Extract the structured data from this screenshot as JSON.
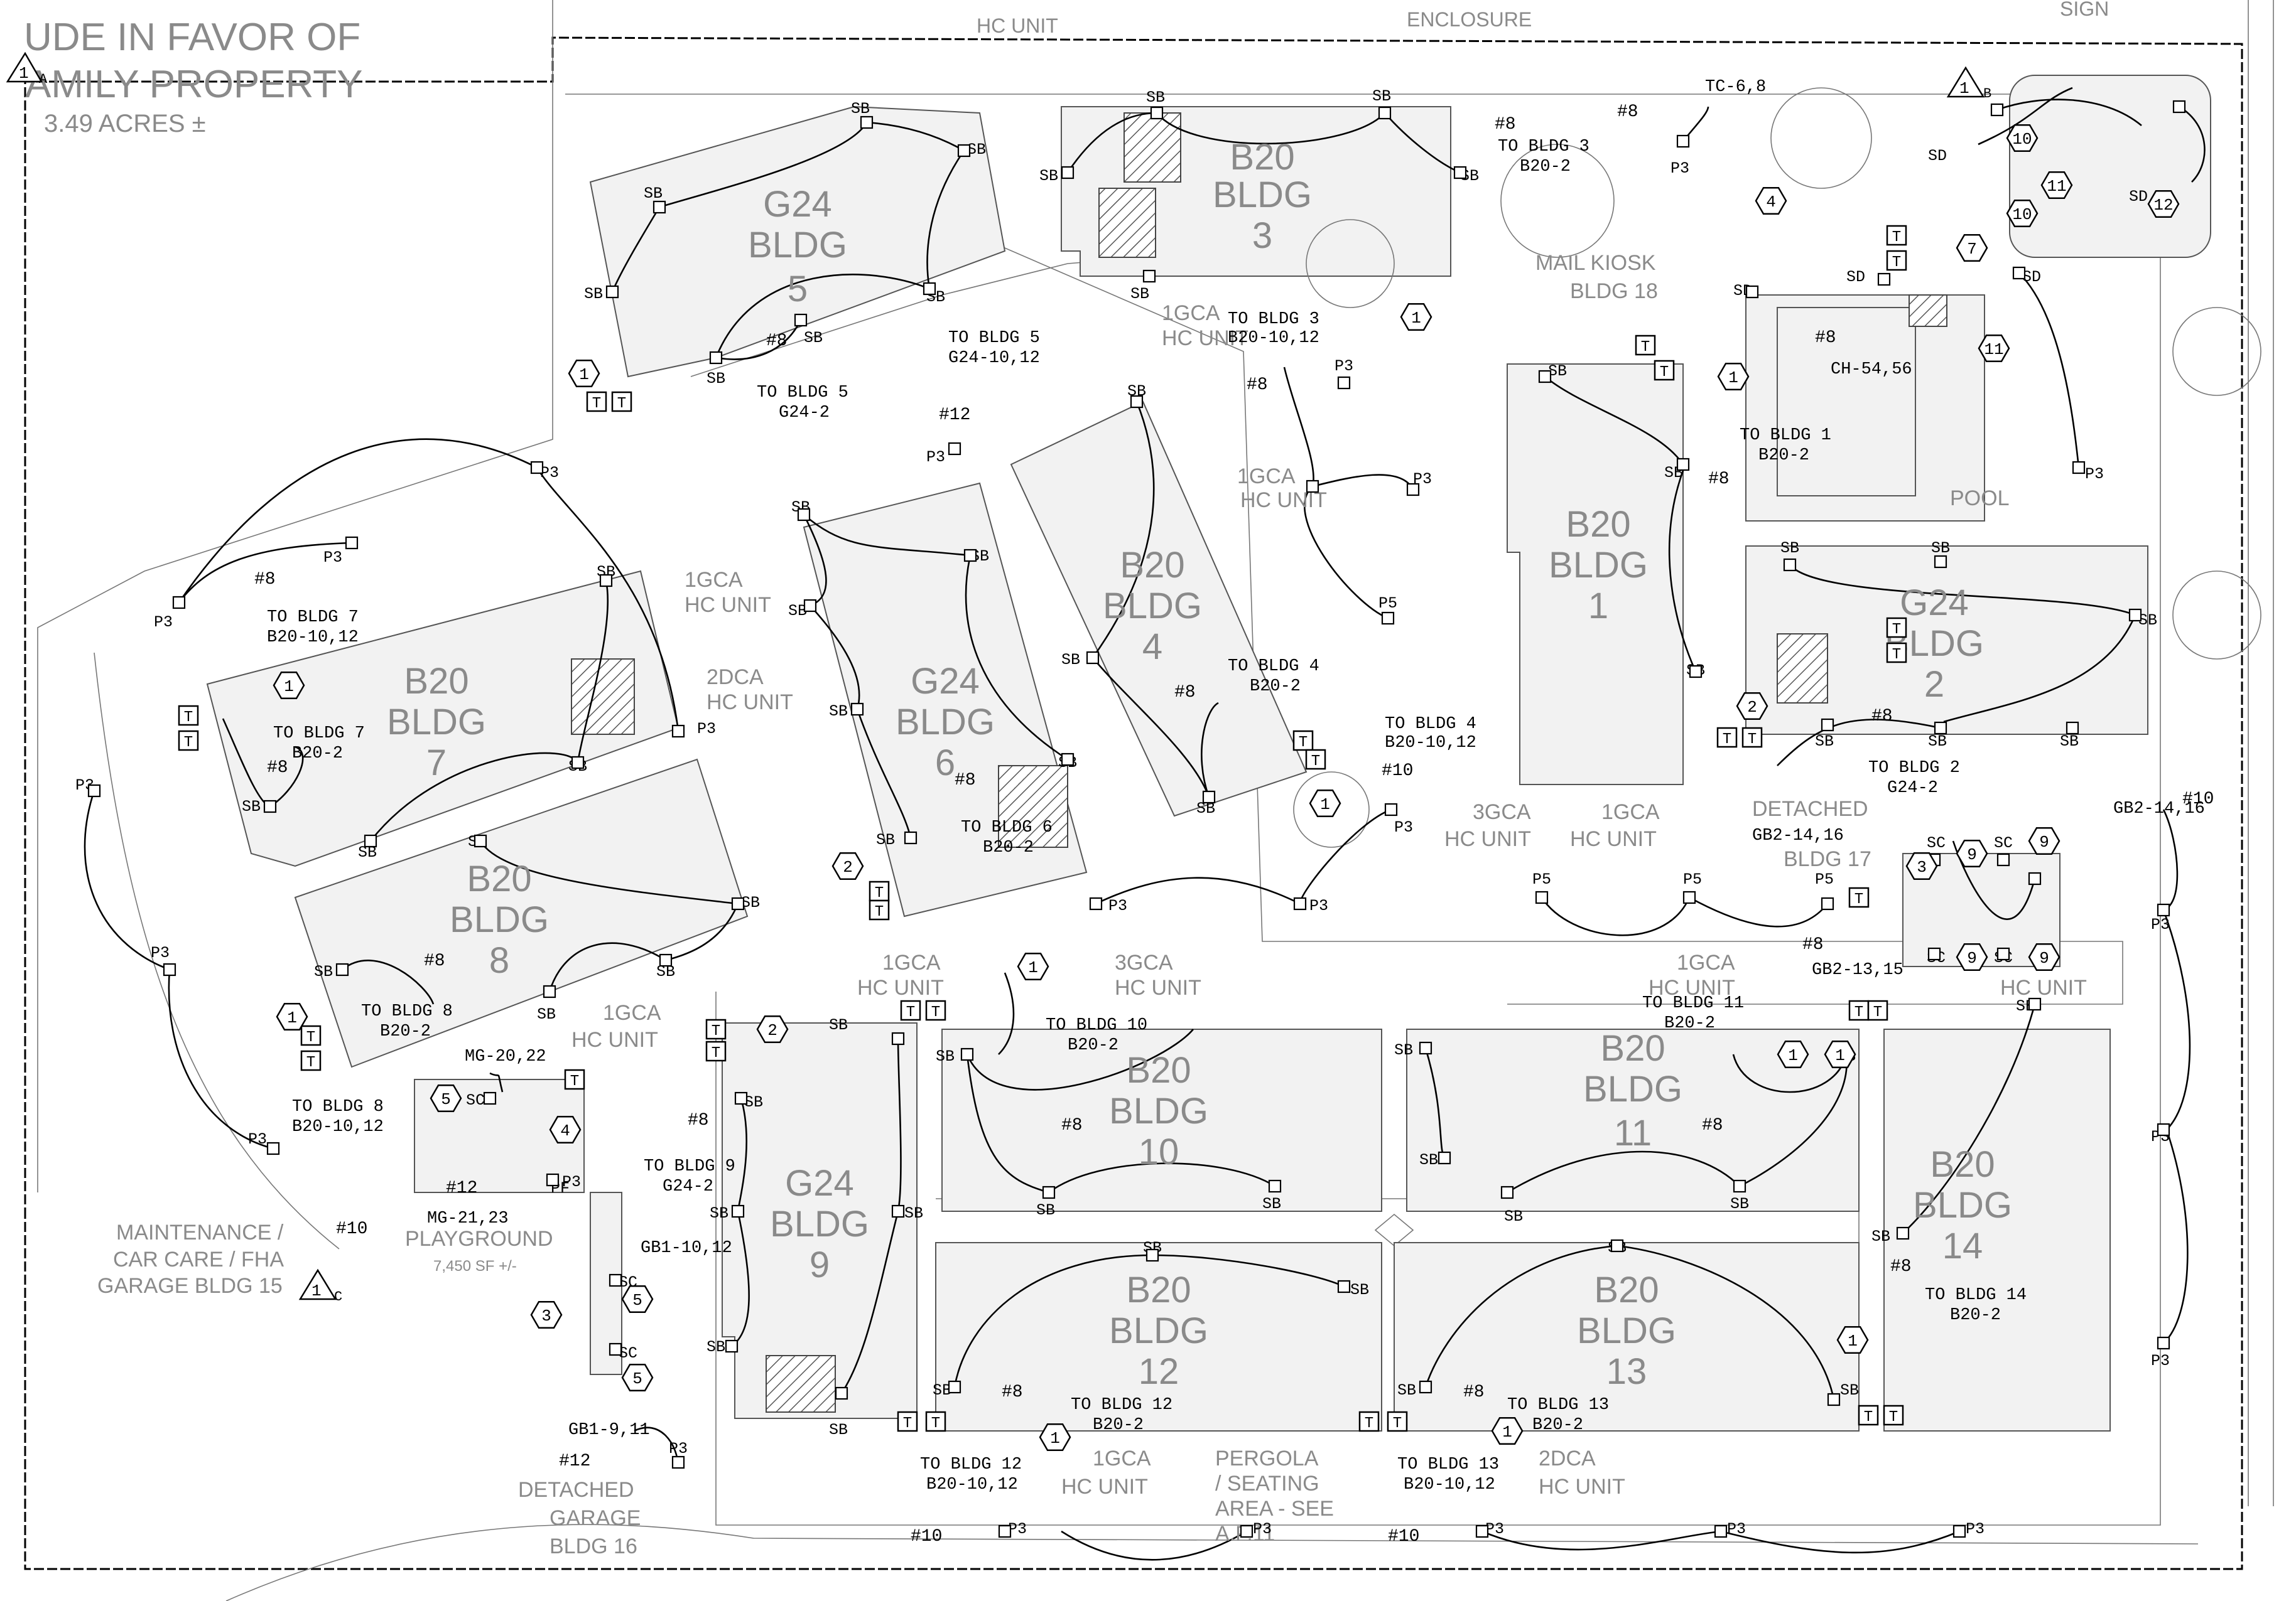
{
  "header": {
    "line1": "UDE IN FAVOR OF",
    "line2": "AMILY PROPERTY",
    "acreage": "3.49 ACRES ±"
  },
  "edge_labels": {
    "hc_unit": "HC UNIT",
    "enclosure": "ENCLOSURE",
    "sign": "SIGN"
  },
  "revision_tags": {
    "a": "A",
    "b": "B",
    "c": "C",
    "delta": "1"
  },
  "buildings": [
    {
      "key": "b3",
      "type": "B20",
      "name": "BLDG",
      "num": "3"
    },
    {
      "key": "b5",
      "type": "G24",
      "name": "BLDG",
      "num": "5"
    },
    {
      "key": "b1",
      "type": "B20",
      "name": "BLDG",
      "num": "1"
    },
    {
      "key": "b2",
      "type": "G24",
      "name": "BLDG",
      "num": "2"
    },
    {
      "key": "b4",
      "type": "B20",
      "name": "BLDG",
      "num": "4"
    },
    {
      "key": "b6",
      "type": "G24",
      "name": "BLDG",
      "num": "6"
    },
    {
      "key": "b7",
      "type": "B20",
      "name": "BLDG",
      "num": "7"
    },
    {
      "key": "b8",
      "type": "B20",
      "name": "BLDG",
      "num": "8"
    },
    {
      "key": "b9",
      "type": "G24",
      "name": "BLDG",
      "num": "9"
    },
    {
      "key": "b10",
      "type": "B20",
      "name": "BLDG",
      "num": "10"
    },
    {
      "key": "b11",
      "type": "B20",
      "name": "BLDG",
      "num": "11"
    },
    {
      "key": "b12",
      "type": "B20",
      "name": "BLDG",
      "num": "12"
    },
    {
      "key": "b13",
      "type": "B20",
      "name": "BLDG",
      "num": "13"
    },
    {
      "key": "b14",
      "type": "B20",
      "name": "BLDG",
      "num": "14"
    }
  ],
  "site_labels": {
    "mail_kiosk_1": "MAIL KIOSK",
    "mail_kiosk_2": "BLDG 18",
    "pool": "POOL",
    "hc_1gca_a": "1GCA",
    "hc_unit": "HC UNIT",
    "hc_2dca": "2DCA",
    "hc_3gca": "3GCA",
    "detached_1": "DETACHED",
    "detached_2": "GARAGE",
    "bldg_17": "BLDG 17",
    "bldg_16": "BLDG 16",
    "maint_1": "MAINTENANCE /",
    "maint_2": "CAR CARE / FHA",
    "maint_3": "GARAGE BLDG 15",
    "playground": "PLAYGROUND",
    "playground_sf": "7,450 SF +/-",
    "pergola_1": "PERGOLA",
    "pergola_2": "/ SEATING",
    "pergola_3": "AREA - SEE",
    "pergola_4": "A.P.11"
  },
  "device_labels": {
    "sb": "SB",
    "sc": "SC",
    "sd": "SD",
    "pf": "PF",
    "p3": "P3",
    "p5": "P5",
    "t": "T"
  },
  "wire_tags": {
    "n8": "#8",
    "n10": "#10",
    "n12": "#12"
  },
  "circuit_notes": {
    "to_b3": "TO BLDG 3",
    "to_b3_c": "B20-2",
    "to_b3_b": "TO BLDG 3",
    "to_b3_bc": "B20-10,12",
    "to_b5": "TO BLDG 5",
    "to_b5_c": "G24-2",
    "to_b5_b": "TO BLDG 5",
    "to_b5_bc": "G24-10,12",
    "to_b1": "TO BLDG 1",
    "to_b1_c": "B20-2",
    "to_b2": "TO BLDG 2",
    "to_b2_c": "G24-2",
    "to_b4": "TO BLDG 4",
    "to_b4_c": "B20-2",
    "to_b4_b": "TO BLDG 4",
    "to_b4_bc": "B20-10,12",
    "to_b6": "TO BLDG 6",
    "to_b6_c": "B20-2",
    "to_b7": "TO BLDG 7",
    "to_b7_c": "B20-2",
    "to_b7_b": "TO BLDG 7",
    "to_b7_bc": "B20-10,12",
    "to_b8": "TO BLDG 8",
    "to_b8_c": "B20-2",
    "to_b8_b": "TO BLDG 8",
    "to_b8_bc": "B20-10,12",
    "to_b9": "TO BLDG 9",
    "to_b9_c": "G24-2",
    "to_b10": "TO BLDG 10",
    "to_b10_c": "B20-2",
    "to_b11": "TO BLDG 11",
    "to_b11_c": "B20-2",
    "to_b12": "TO BLDG 12",
    "to_b12_c": "B20-2",
    "to_b12_b": "TO BLDG 12",
    "to_b12_bc": "B20-10,12",
    "to_b13": "TO BLDG 13",
    "to_b13_c": "B20-2",
    "to_b13_b": "TO BLDG 13",
    "to_b13_bc": "B20-10,12",
    "to_b14": "TO BLDG 14",
    "to_b14_c": "B20-2",
    "tc": "TC-6,8",
    "ch": "CH-54,56",
    "gb2_14": "GB2-14,16",
    "gb2_14b": "GB2-14,16",
    "gb2_13": "GB2-13,15",
    "mg_20": "MG-20,22",
    "mg_21": "MG-21,23",
    "gb1_10": "GB1-10,12",
    "gb1_9": "GB1-9,11"
  },
  "hex_tags": [
    "1",
    "2",
    "3",
    "4",
    "5",
    "7",
    "9",
    "10",
    "11",
    "12"
  ]
}
